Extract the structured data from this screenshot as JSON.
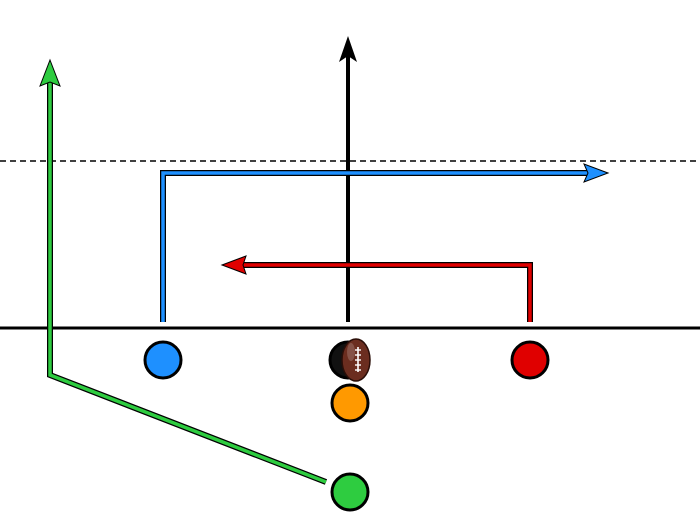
{
  "diagram": {
    "kind": "flag-football-play",
    "background_color": "#ffffff",
    "line_of_scrimmage": {
      "style": "solid",
      "color": "#000000"
    },
    "first_down_marker": {
      "style": "dashed",
      "color": "#000000"
    },
    "ball": {
      "icon": "football-icon",
      "color": "#6b2d1f",
      "laces_color": "#ffffff"
    },
    "players": [
      {
        "id": "center",
        "role": "center",
        "color": "#111111",
        "route": "vertical-go"
      },
      {
        "id": "left-receiver",
        "role": "receiver",
        "color": "#1e90ff",
        "route": "post-to-out-right"
      },
      {
        "id": "right-receiver",
        "role": "receiver",
        "color": "#e00000",
        "route": "post-to-in-left"
      },
      {
        "id": "quarterback",
        "role": "quarterback",
        "color": "#ff9900",
        "route": "none"
      },
      {
        "id": "running-back",
        "role": "running-back",
        "color": "#2ecc40",
        "route": "wheel-left"
      }
    ],
    "routes": [
      {
        "player": "center",
        "color": "#000000",
        "arrowhead": "open-v"
      },
      {
        "player": "left-receiver",
        "color": "#1e90ff",
        "arrowhead": "triangle"
      },
      {
        "player": "right-receiver",
        "color": "#e00000",
        "arrowhead": "triangle"
      },
      {
        "player": "running-back",
        "color": "#2ecc40",
        "arrowhead": "triangle"
      }
    ]
  }
}
